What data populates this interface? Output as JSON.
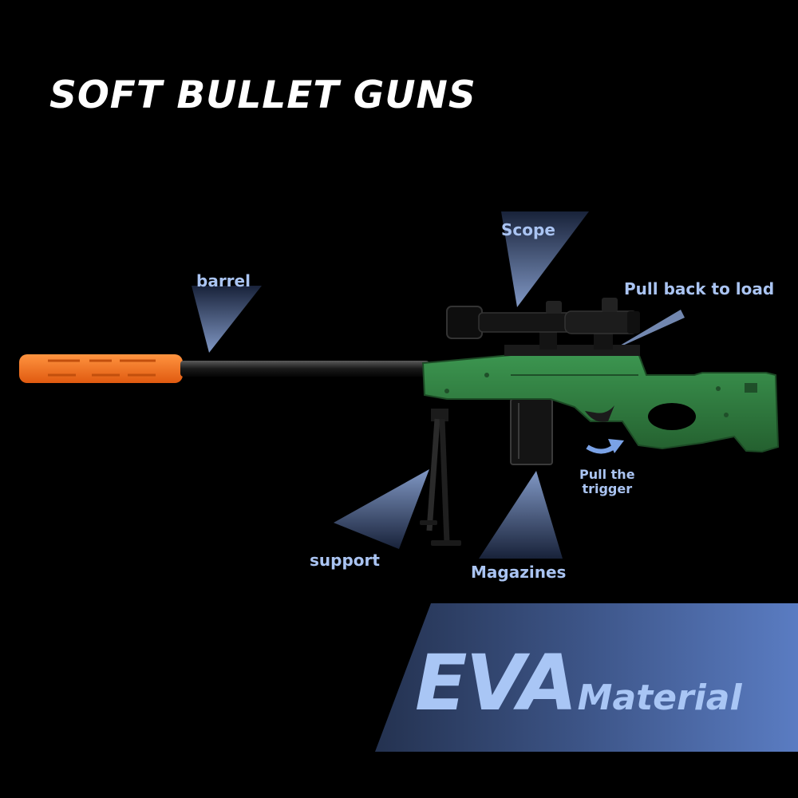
{
  "title": "SOFT BULLET GUNS",
  "labels": {
    "scope": "Scope",
    "barrel": "barrel",
    "pull_back": "Pull back to load",
    "pull_trigger_line1": "Pull the",
    "pull_trigger_line2": "trigger",
    "support": "support",
    "magazines": "Magazines"
  },
  "banner": {
    "big": "EVA",
    "small": "Material"
  },
  "colors": {
    "background": "#000000",
    "callout_text": "#aac4f2",
    "gun_body": "#2f7d3f",
    "muzzle": "#f26f1d",
    "banner": "#4d6aa8"
  }
}
